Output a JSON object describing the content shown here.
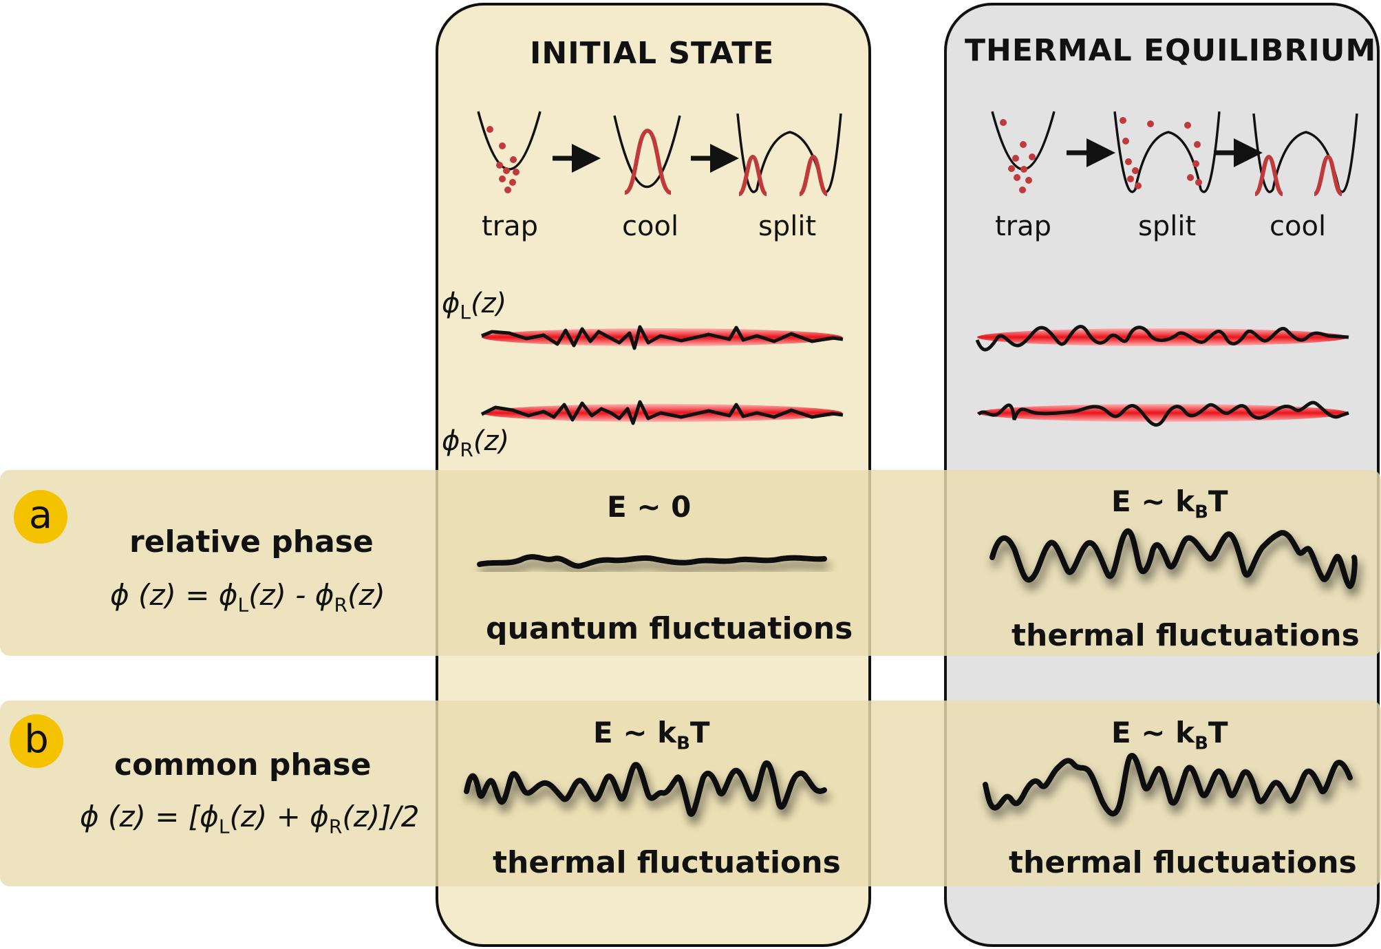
{
  "columns": {
    "initial": {
      "title": "INITIAL STATE",
      "steps": [
        "trap",
        "cool",
        "split"
      ]
    },
    "equilibrium": {
      "title": "THERMAL EQUILIBRIUM",
      "steps": [
        "trap",
        "split",
        "cool"
      ]
    }
  },
  "fields": {
    "phi_left": "ϕ",
    "phi_left_sub": "L",
    "phi_left_arg": "(z)",
    "phi_right": "ϕ",
    "phi_right_sub": "R",
    "phi_right_arg": "(z)"
  },
  "rows": {
    "a": {
      "badge": "a",
      "name": "relative phase",
      "formula_parts": [
        "ϕ (z) = ϕ",
        "L",
        "(z) - ϕ",
        "R",
        "(z)"
      ],
      "initial": {
        "energy_pre": "E ~ 0",
        "energy_sub": "",
        "energy_post": "",
        "label": "quantum fluctuations"
      },
      "equilibrium": {
        "energy_pre": "E ~ k",
        "energy_sub": "B",
        "energy_post": "T",
        "label": "thermal fluctuations"
      }
    },
    "b": {
      "badge": "b",
      "name": "common phase",
      "formula_parts": [
        "ϕ (z) = [ϕ",
        "L",
        "(z) + ϕ",
        "R",
        "(z)]/2"
      ],
      "initial": {
        "energy_pre": "E ~ k",
        "energy_sub": "B",
        "energy_post": "T",
        "label": "thermal fluctuations"
      },
      "equilibrium": {
        "energy_pre": "E ~ k",
        "energy_sub": "B",
        "energy_post": "T",
        "label": "thermal fluctuations"
      }
    }
  },
  "colors": {
    "band": "#e9ddb0",
    "initial_box": "#f3ebcc",
    "equilibrium_box": "#e2e2e2",
    "atom": "#c0393b",
    "badge": "#f5c200",
    "cloud": "#e8141a"
  }
}
